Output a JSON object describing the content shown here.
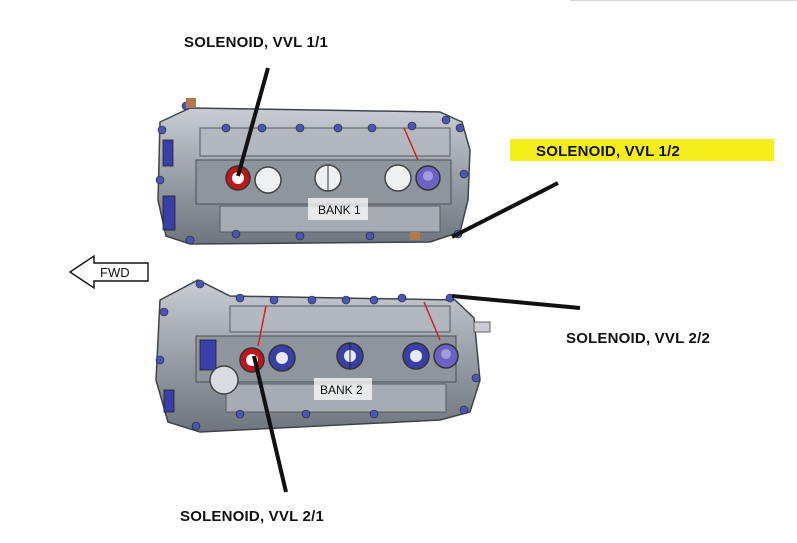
{
  "labels": {
    "vvl_1_1": "SOLENOID, VVL 1/1",
    "vvl_1_2": "SOLENOID, VVL 1/2",
    "vvl_2_2": "SOLENOID, VVL 2/2",
    "vvl_2_1": "SOLENOID, VVL 2/1"
  },
  "banks": {
    "bank1": "BANK 1",
    "bank2": "BANK 2"
  },
  "direction": {
    "fwd": "FWD"
  },
  "colors": {
    "highlight": "#f5ee1a",
    "leader_line": "#111111",
    "cover_metal": "#9aa0a8",
    "cover_dark": "#5f656e",
    "accent_blue": "#3a3fa8",
    "solenoid_red": "#c0161b"
  },
  "icons": {
    "fwd_arrow": "left-arrow-outline-icon"
  }
}
